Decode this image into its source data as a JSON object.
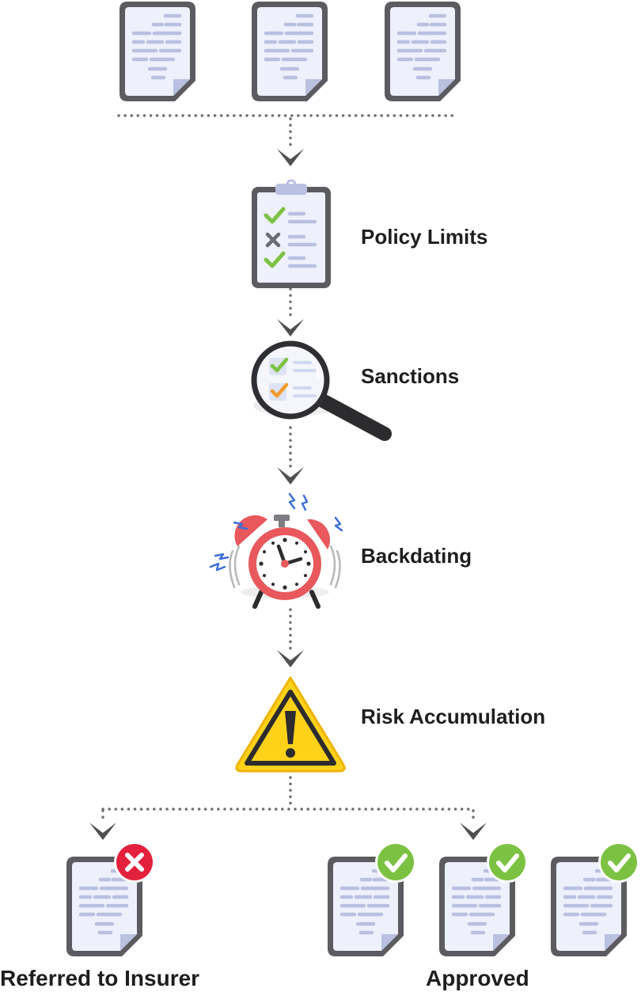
{
  "steps": [
    {
      "label": "Policy Limits",
      "icon": "clipboard-checklist-icon"
    },
    {
      "label": "Sanctions",
      "icon": "magnifier-checklist-icon"
    },
    {
      "label": "Backdating",
      "icon": "ringing-alarm-clock-icon"
    },
    {
      "label": "Risk Accumulation",
      "icon": "warning-triangle-icon"
    }
  ],
  "outcomes": {
    "referred": {
      "label": "Referred to Insurer",
      "badge": "red-x-badge-icon",
      "count": 1
    },
    "approved": {
      "label": "Approved",
      "badge": "green-check-badge-icon",
      "count": 3
    }
  },
  "input_documents": {
    "count": 3,
    "icon": "document-icon"
  },
  "colors": {
    "doc_border": "#5b5b60",
    "doc_fill": "#eef0fb",
    "doc_lines": "#b9c0e0",
    "connector": "#707070",
    "check_green": "#7cc242",
    "cross_red": "#e3213d",
    "warning_yellow": "#ffd21a",
    "clock_red": "#e8585c"
  }
}
